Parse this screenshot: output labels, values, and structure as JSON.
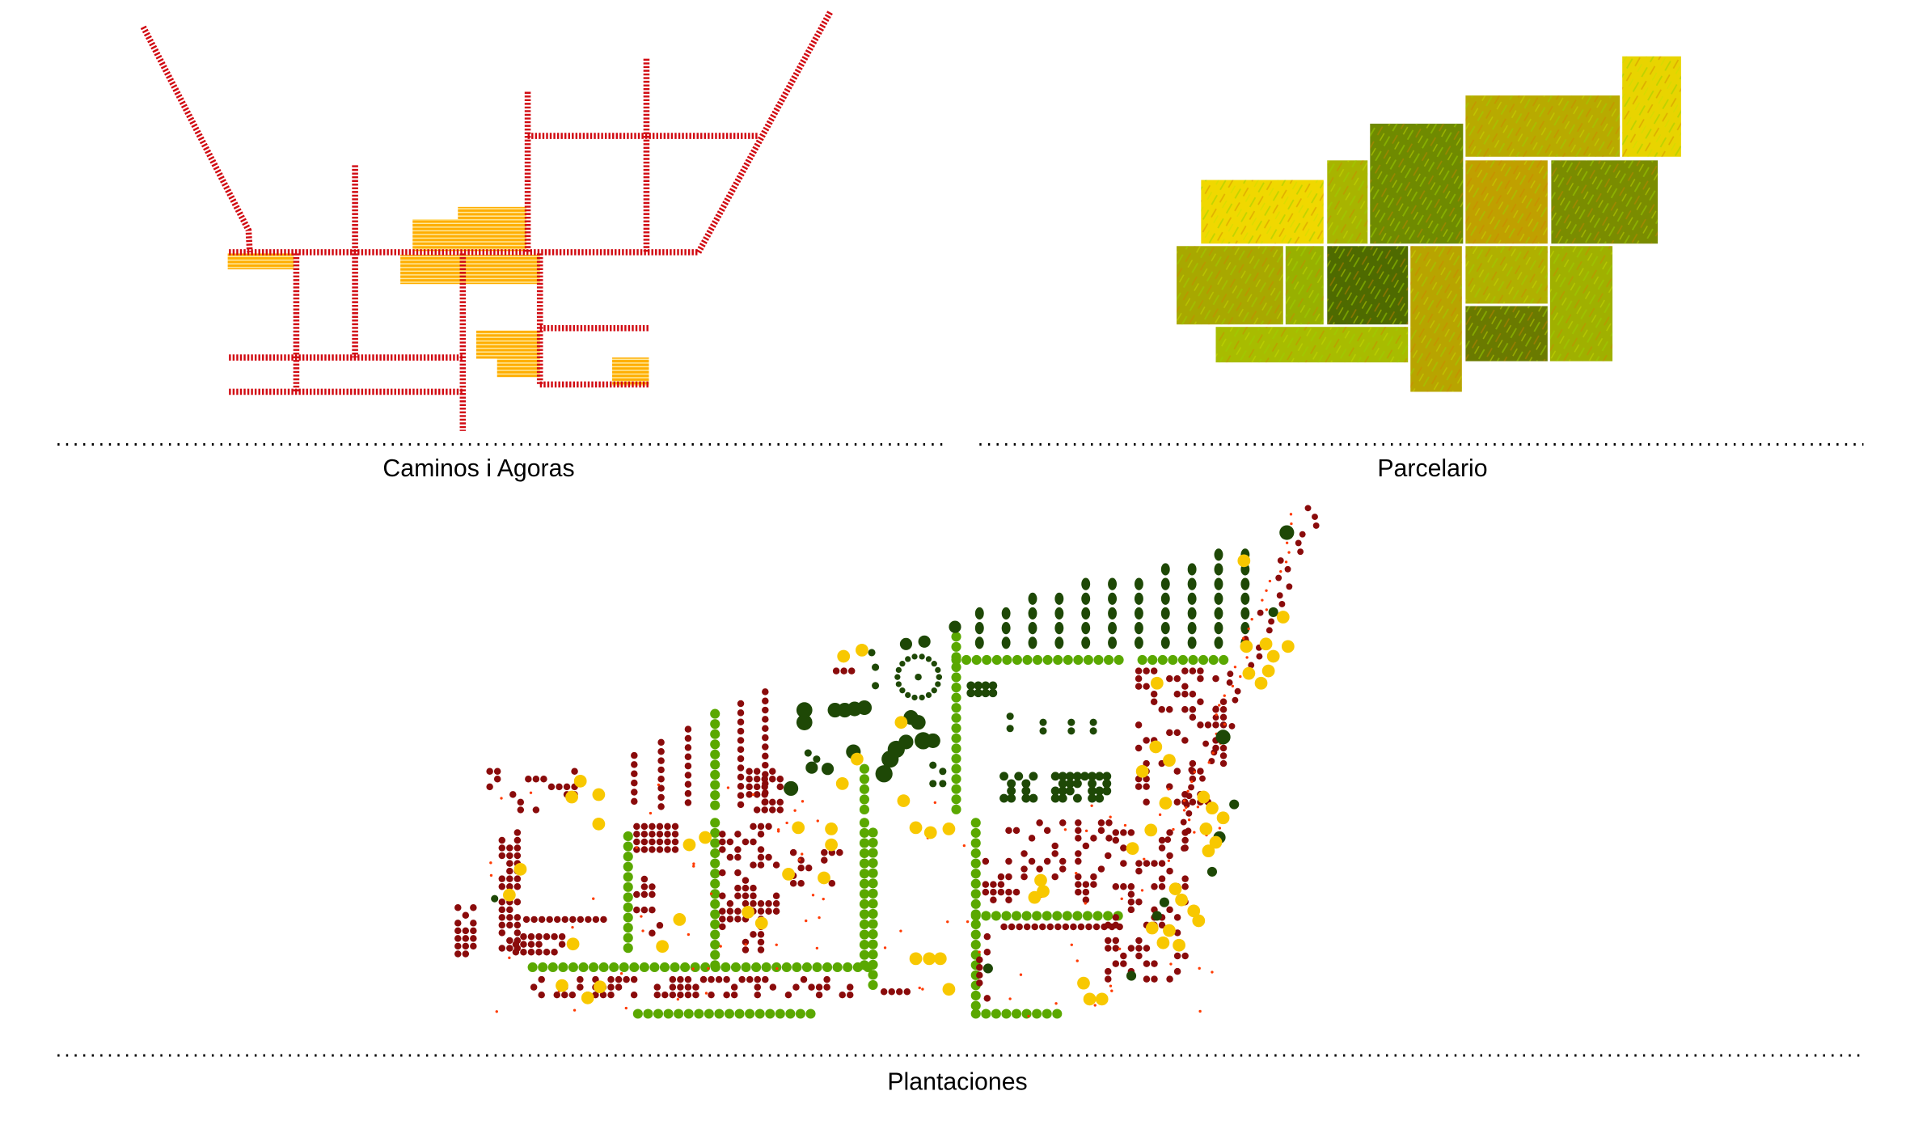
{
  "panels": {
    "caminos": {
      "title": "Caminos i Agoras"
    },
    "parcelario": {
      "title": "Parcelario"
    },
    "plantaciones": {
      "title": "Plantaciones"
    }
  },
  "colors": {
    "path_red": "#d10a12",
    "agora_orange": "#ffb000",
    "tree_dark_red": "#8a0b0b",
    "tree_light_green": "#5aa800",
    "tree_dark_green": "#1e4806",
    "tree_yellow": "#f8c800",
    "tree_orange_small": "#ff3a00"
  }
}
